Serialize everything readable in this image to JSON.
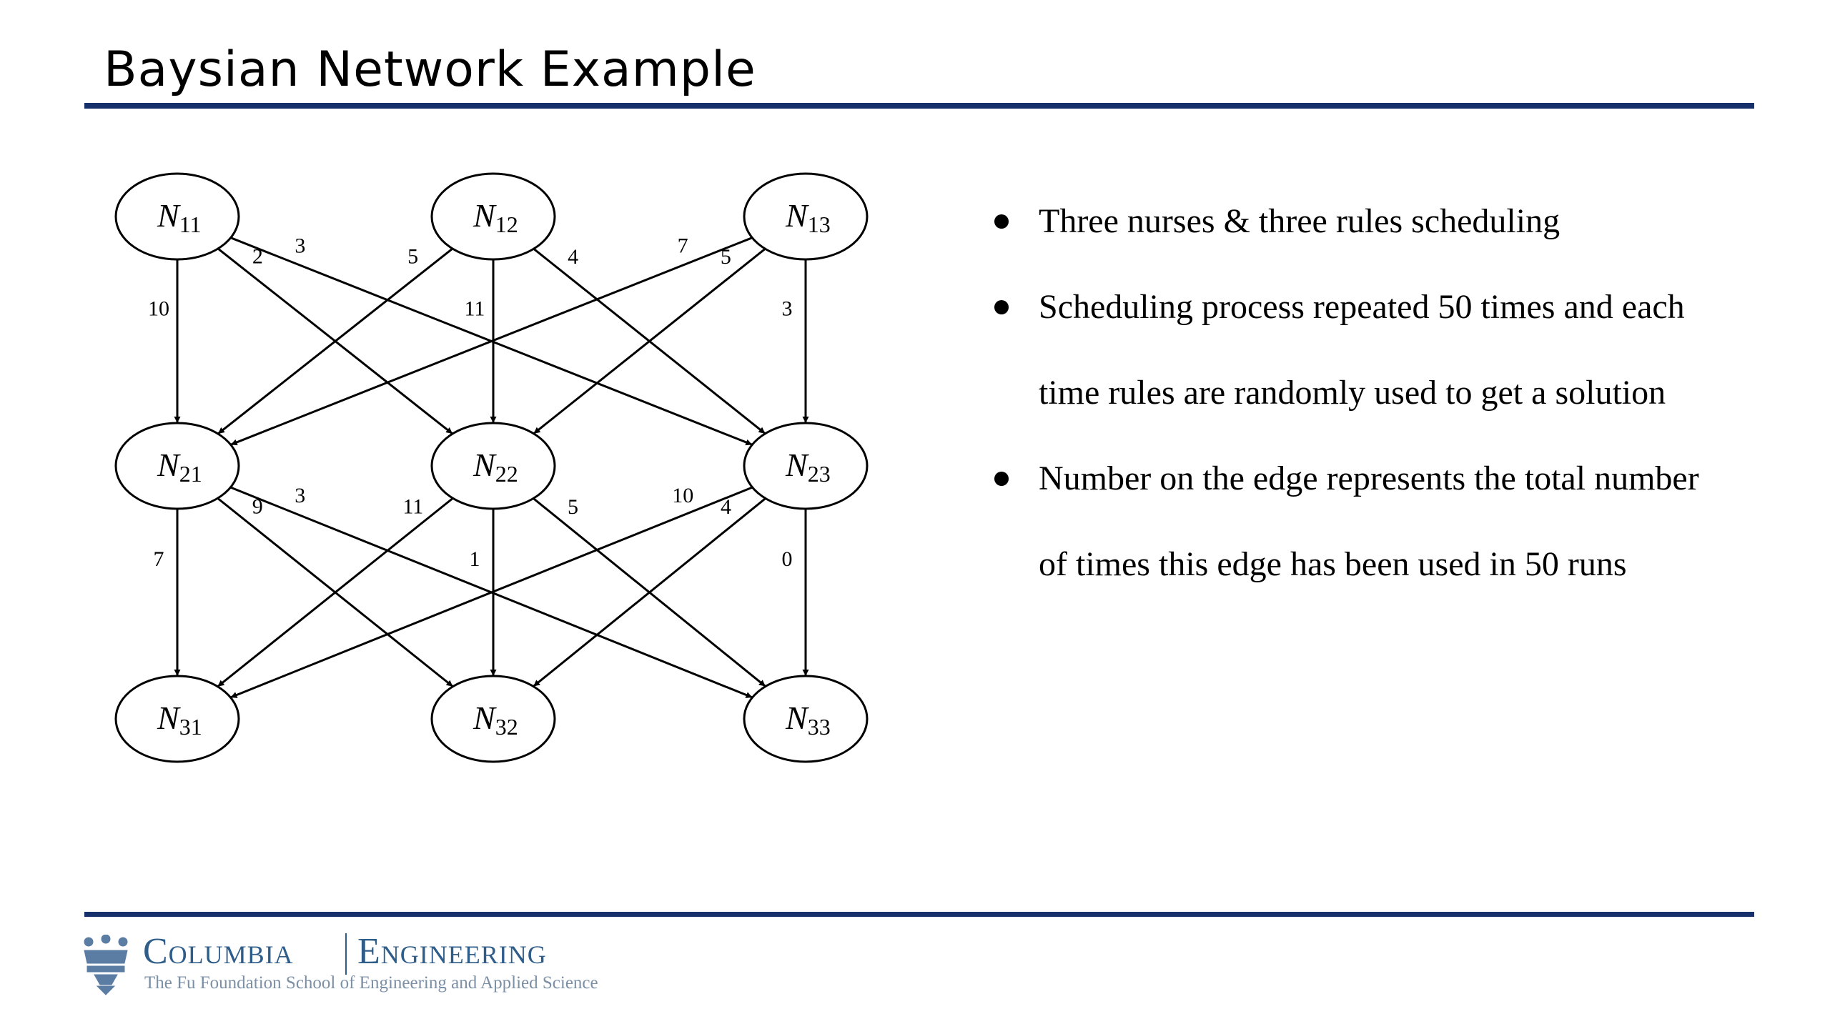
{
  "slide": {
    "title": "Baysian Network Example"
  },
  "diagram": {
    "nodes": [
      {
        "id": "N11",
        "letter": "N",
        "sub": "11"
      },
      {
        "id": "N12",
        "letter": "N",
        "sub": "12"
      },
      {
        "id": "N13",
        "letter": "N",
        "sub": "13"
      },
      {
        "id": "N21",
        "letter": "N",
        "sub": "21"
      },
      {
        "id": "N22",
        "letter": "N",
        "sub": "22"
      },
      {
        "id": "N23",
        "letter": "N",
        "sub": "23"
      },
      {
        "id": "N31",
        "letter": "N",
        "sub": "31"
      },
      {
        "id": "N32",
        "letter": "N",
        "sub": "32"
      },
      {
        "id": "N33",
        "letter": "N",
        "sub": "33"
      }
    ],
    "edges": [
      {
        "from": "N11",
        "to": "N21",
        "weight": "10"
      },
      {
        "from": "N11",
        "to": "N22",
        "weight": "2"
      },
      {
        "from": "N11",
        "to": "N23",
        "weight": "3"
      },
      {
        "from": "N12",
        "to": "N21",
        "weight": "5"
      },
      {
        "from": "N12",
        "to": "N22",
        "weight": "11"
      },
      {
        "from": "N12",
        "to": "N23",
        "weight": "4"
      },
      {
        "from": "N13",
        "to": "N21",
        "weight": "7"
      },
      {
        "from": "N13",
        "to": "N22",
        "weight": "5"
      },
      {
        "from": "N13",
        "to": "N23",
        "weight": "3"
      },
      {
        "from": "N21",
        "to": "N31",
        "weight": "7"
      },
      {
        "from": "N21",
        "to": "N32",
        "weight": "9"
      },
      {
        "from": "N21",
        "to": "N33",
        "weight": "3"
      },
      {
        "from": "N22",
        "to": "N31",
        "weight": "11"
      },
      {
        "from": "N22",
        "to": "N32",
        "weight": "1"
      },
      {
        "from": "N22",
        "to": "N33",
        "weight": "5"
      },
      {
        "from": "N23",
        "to": "N31",
        "weight": "10"
      },
      {
        "from": "N23",
        "to": "N32",
        "weight": "4"
      },
      {
        "from": "N23",
        "to": "N33",
        "weight": "0"
      }
    ]
  },
  "bullets": [
    {
      "line1": "Three nurses & three rules scheduling",
      "line2": ""
    },
    {
      "line1": "Scheduling process repeated 50 times and each",
      "line2": "time rules are randomly used to get a solution"
    },
    {
      "line1": "Number on the edge represents the total number",
      "line2": "of times this edge has been used in 50 runs"
    }
  ],
  "footer": {
    "logo_name_1": "Columbia",
    "logo_name_2": "Engineering",
    "logo_tagline": "The Fu Foundation School of Engineering and Applied Science",
    "logo_icon": "crown-icon",
    "brand_color": "#2f5d8a",
    "rule_color": "#16306b"
  }
}
